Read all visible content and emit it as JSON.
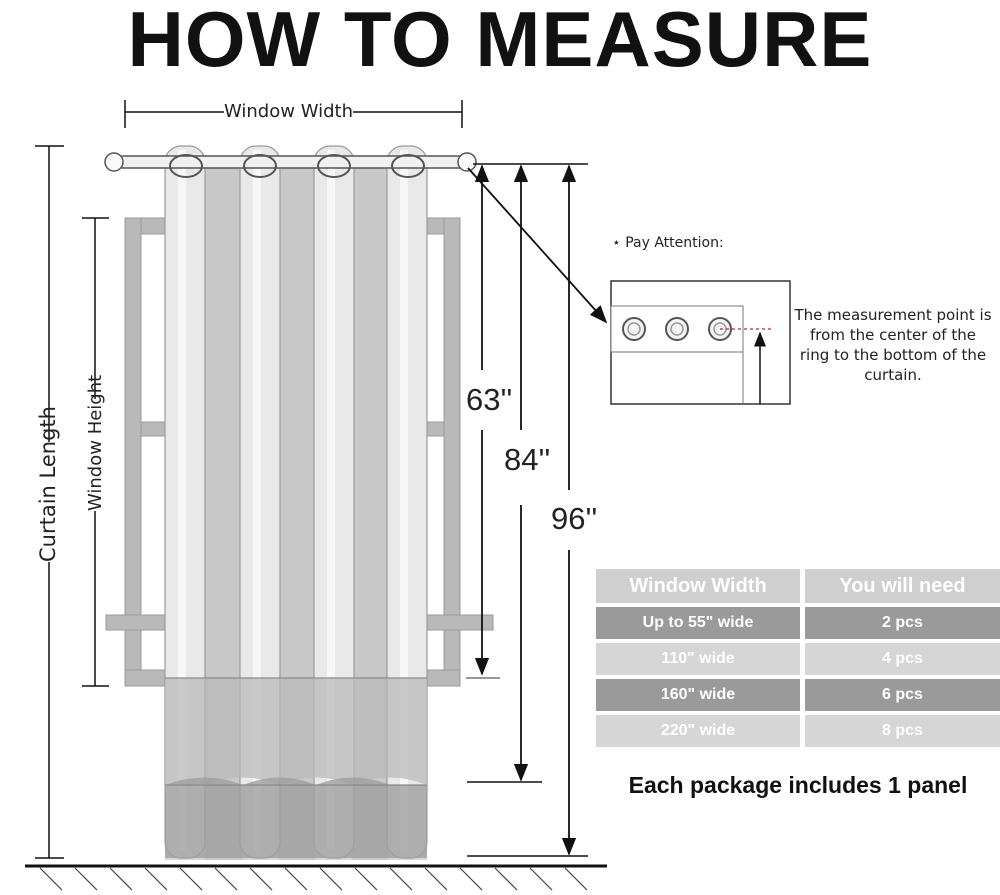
{
  "title": "HOW TO MEASURE",
  "labels": {
    "window_width": "Window Width",
    "window_height": "Window Height",
    "curtain_length": "Curtain Length"
  },
  "lengths": [
    "63''",
    "84''",
    "96''"
  ],
  "attention": {
    "heading": "⋆ Pay Attention:",
    "note": "The measurement point is from the center of the ring to the bottom of the curtain."
  },
  "table": {
    "headers": [
      "Window Width",
      "You will need"
    ],
    "rows": [
      [
        "Up to 55\" wide",
        "2 pcs"
      ],
      [
        "110\" wide",
        "4 pcs"
      ],
      [
        "160\" wide",
        "6 pcs"
      ],
      [
        "220\" wide",
        "8 pcs"
      ]
    ],
    "header_color": "#cfcfcf",
    "row_colors": [
      "#9a9a9a",
      "#d6d6d6",
      "#9a9a9a",
      "#d6d6d6"
    ]
  },
  "footer": "Each package includes 1 panel",
  "colors": {
    "curtain_light": "#e2e2e2",
    "curtain_mid": "#c9c9c9",
    "curtain_dark": "#a8a8a8",
    "window_frame": "#b5b5b5",
    "guide_red": "#cc2222"
  }
}
